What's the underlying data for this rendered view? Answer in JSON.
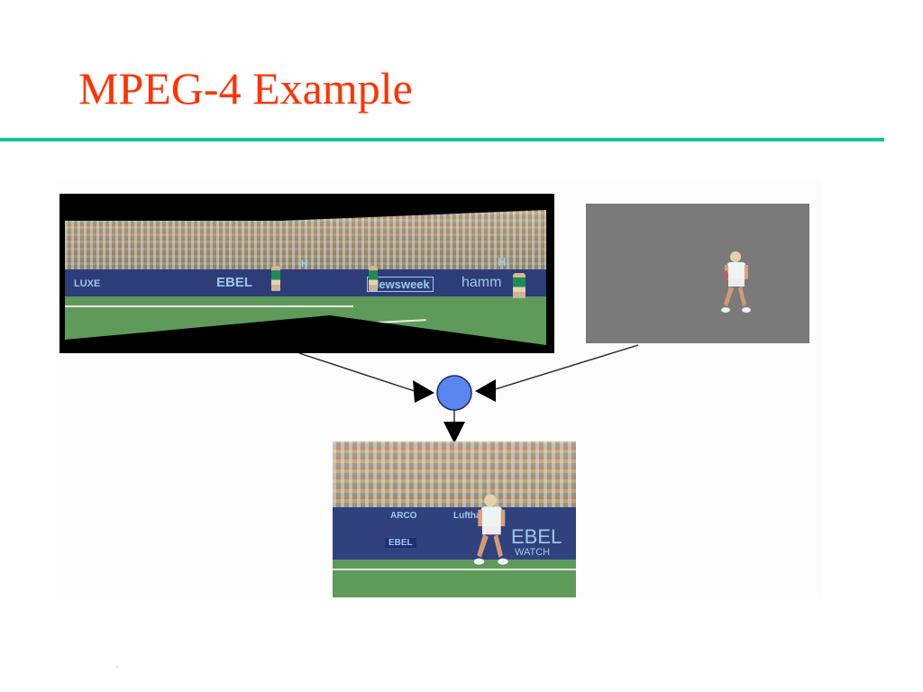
{
  "slide": {
    "title": "MPEG-4 Example",
    "title_color": "#ff3300",
    "rule_color": "#11c796"
  },
  "figure": {
    "background_panorama": {
      "description": "Background sprite: panoramic tennis stadium with crowd, advertising wall and court",
      "frame_color": "#000000",
      "ad_texts": [
        "LUXE",
        "EBEL",
        "Newsweek",
        "H",
        "H",
        "hamm"
      ]
    },
    "foreground_object": {
      "description": "Segmented tennis player video object on grey background",
      "background_color": "#7a7a7a"
    },
    "compositor_node": {
      "shape": "circle",
      "fill_color": "#5b86f0",
      "stroke_color": "#1a2a6a"
    },
    "composited_result": {
      "description": "Composited scene: tennis player over stadium background",
      "ad_texts": [
        "ARCO",
        "Lufthansa",
        "EBEL",
        "EBEL",
        "WATCH"
      ]
    }
  }
}
